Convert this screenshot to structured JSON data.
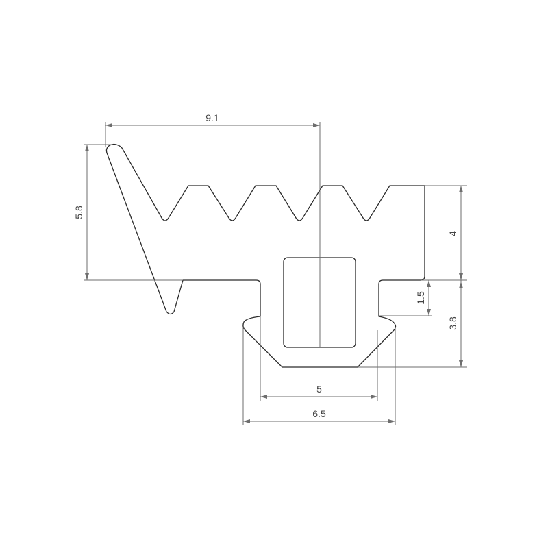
{
  "drawing": {
    "type": "seal-profile-cross-section",
    "line_color": "#2a2a2a",
    "dimension_color": "#6e6e6e",
    "dimensions": {
      "overall_width": "9.1",
      "lip_height": "5.8",
      "serration_height": "4",
      "base_height": "3.8",
      "flange_step": "1.5",
      "inner_width": "5",
      "outer_width": "6.5"
    }
  }
}
